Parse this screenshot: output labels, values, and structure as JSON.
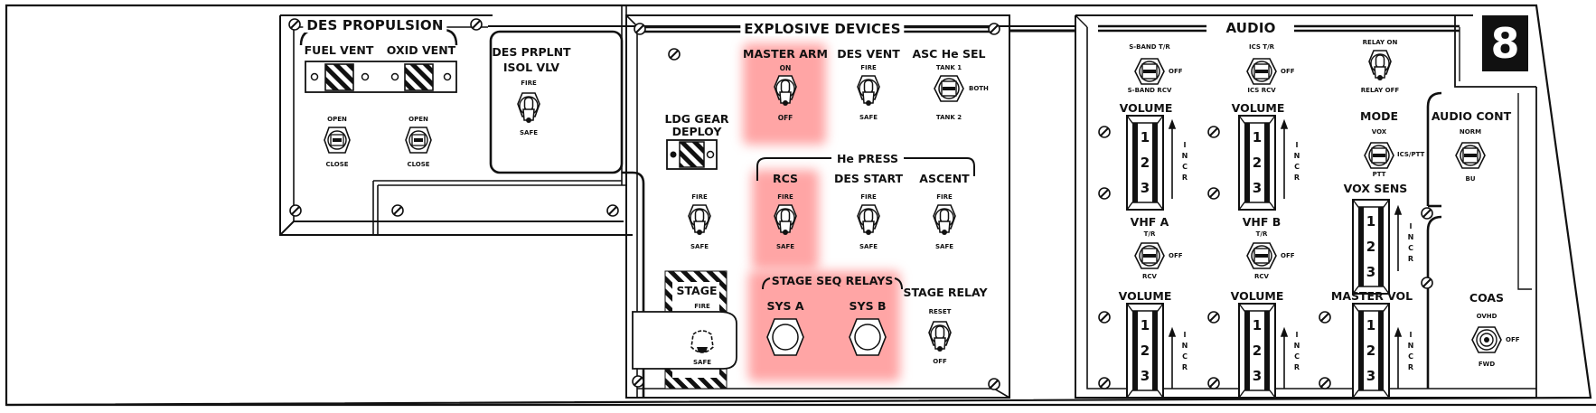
{
  "panel_number": "8",
  "highlight_color": "#ff6e6e",
  "des_propulsion": {
    "title": "DES PROPULSION",
    "fuel_vent": {
      "label": "FUEL VENT",
      "top": "OPEN",
      "bottom": "CLOSE"
    },
    "oxid_vent": {
      "label": "OXID VENT",
      "top": "OPEN",
      "bottom": "CLOSE"
    },
    "isol_vlv": {
      "label1": "DES PRPLNT",
      "label2": "ISOL VLV",
      "top": "FIRE",
      "bottom": "SAFE"
    }
  },
  "explosive_devices": {
    "title": "EXPLOSIVE DEVICES",
    "master_arm": {
      "label": "MASTER ARM",
      "top": "ON",
      "bottom": "OFF",
      "highlighted": true
    },
    "des_vent": {
      "label": "DES VENT",
      "top": "FIRE",
      "bottom": "SAFE"
    },
    "asc_he_sel": {
      "label": "ASC He SEL",
      "top": "TANK 1",
      "side": "BOTH",
      "bottom": "TANK 2"
    },
    "ldg_gear": {
      "label1": "LDG GEAR",
      "label2": "DEPLOY",
      "top": "FIRE",
      "bottom": "SAFE"
    },
    "he_press": {
      "title": "He PRESS",
      "rcs": {
        "label": "RCS",
        "top": "FIRE",
        "bottom": "SAFE",
        "highlighted": true
      },
      "des_start": {
        "label": "DES START",
        "top": "FIRE",
        "bottom": "SAFE"
      },
      "ascent": {
        "label": "ASCENT",
        "top": "FIRE",
        "bottom": "SAFE"
      }
    },
    "stage": {
      "label": "STAGE",
      "top": "FIRE",
      "bottom": "SAFE"
    },
    "stage_seq_relays": {
      "title": "STAGE SEQ RELAYS",
      "sys_a": "SYS A",
      "sys_b": "SYS B",
      "highlighted": true
    },
    "stage_relay": {
      "label": "STAGE RELAY",
      "top": "RESET",
      "bottom": "OFF"
    }
  },
  "audio": {
    "title": "AUDIO",
    "sband": {
      "top": "S-BAND T/R",
      "side": "OFF",
      "bottom": "S-BAND RCV"
    },
    "ics": {
      "top": "ICS T/R",
      "side": "OFF",
      "bottom": "ICS RCV"
    },
    "relay": {
      "top": "RELAY ON",
      "bottom": "RELAY OFF"
    },
    "volume_label": "VOLUME",
    "incr_letters": [
      "I",
      "N",
      "C",
      "R"
    ],
    "scale": [
      "1",
      "2",
      "3"
    ],
    "vhf_a": {
      "label": "VHF A",
      "top": "T/R",
      "side": "OFF",
      "bottom": "RCV"
    },
    "vhf_b": {
      "label": "VHF B",
      "top": "T/R",
      "side": "OFF",
      "bottom": "RCV"
    },
    "mode": {
      "label": "MODE",
      "top": "VOX",
      "side": "ICS/PTT",
      "bottom": "PTT"
    },
    "audio_cont": {
      "label": "AUDIO CONT",
      "top": "NORM",
      "bottom": "BU"
    },
    "vox_sens": {
      "label": "VOX SENS"
    },
    "master_vol": {
      "label": "MASTER VOL"
    },
    "coas": {
      "label": "COAS",
      "top": "OVHD",
      "side": "OFF",
      "bottom": "FWD"
    }
  }
}
